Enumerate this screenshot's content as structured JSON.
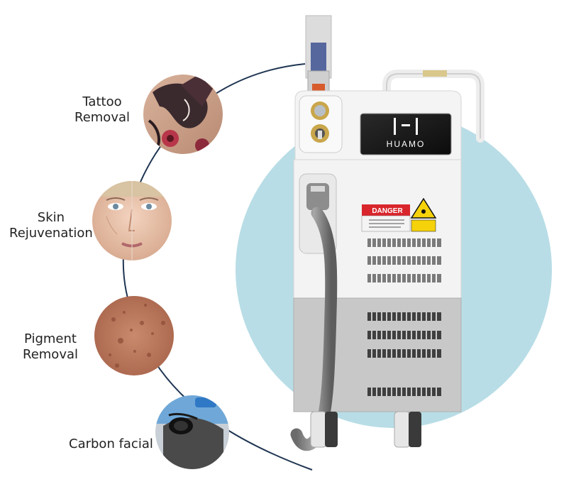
{
  "features": [
    {
      "line1": "Tattoo",
      "line2": "Removal"
    },
    {
      "line1": "Skin",
      "line2": "Rejuvenation"
    },
    {
      "line1": "Pigment",
      "line2": "Removal"
    },
    {
      "line1": "Carbon facial",
      "line2": ""
    }
  ],
  "device": {
    "brand": "HUAMO",
    "warning_label": "DANGER"
  },
  "colors": {
    "backdrop_circle": "#b8dde6",
    "device_white": "#f3f3f3",
    "device_gray": "#c8c8c8",
    "arc_line": "#1f3552",
    "danger_red": "#d8262c",
    "warning_yellow": "#f5d20a"
  }
}
